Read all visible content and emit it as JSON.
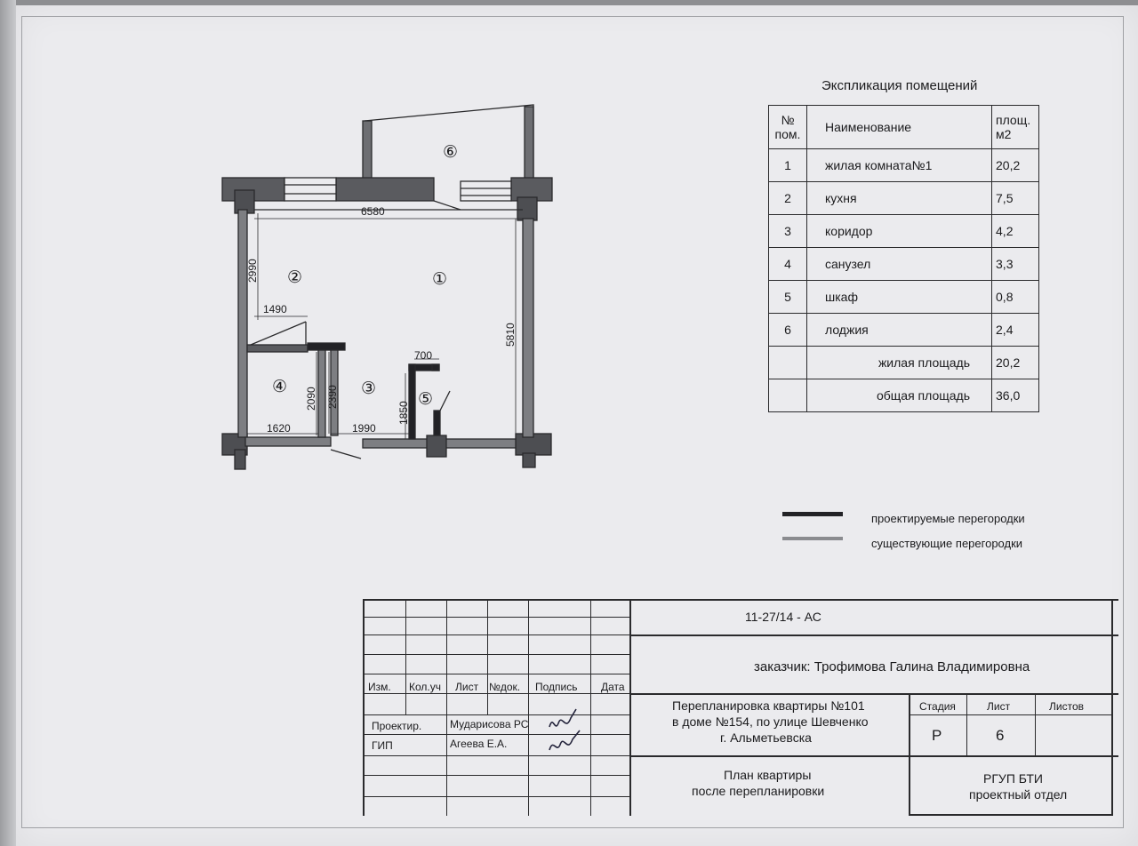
{
  "plan": {
    "dimensions": [
      "6580",
      "2990",
      "1490",
      "5810",
      "700",
      "2090",
      "2390",
      "1850",
      "1620",
      "1990"
    ],
    "room_numbers": [
      "①",
      "②",
      "③",
      "④",
      "⑤",
      "⑥"
    ]
  },
  "explication": {
    "title": "Экспликация помещений",
    "headers": {
      "num": "№ пом.",
      "name": "Наименование",
      "area": "площ. м2"
    },
    "rows": [
      {
        "num": "1",
        "name": "жилая комната№1",
        "area": "20,2"
      },
      {
        "num": "2",
        "name": "кухня",
        "area": "7,5"
      },
      {
        "num": "3",
        "name": "коридор",
        "area": "4,2"
      },
      {
        "num": "4",
        "name": "санузел",
        "area": "3,3"
      },
      {
        "num": "5",
        "name": "шкаф",
        "area": "0,8"
      },
      {
        "num": "6",
        "name": "лоджия",
        "area": "2,4"
      }
    ],
    "living_label": "жилая площадь",
    "living_value": "20,2",
    "total_label": "общая площадь",
    "total_value": "36,0"
  },
  "legend": {
    "new": "проектируемые перегородки",
    "existing": "существующие перегородки"
  },
  "stamp": {
    "code": "11-27/14 - АС",
    "customer": "заказчик: Трофимова Галина Владимировна",
    "cols": [
      "Изм.",
      "Кол.уч",
      "Лист",
      "№док.",
      "Подпись",
      "Дата"
    ],
    "role1": "Проектир.",
    "name1": "Мударисова РС",
    "role2": "ГИП",
    "name2": "Агеева Е.А.",
    "project_line1": "Перепланировка квартиры №101",
    "project_line2": "в доме №154,  по улице Шевченко",
    "project_line3": "г. Альметьевска",
    "stage_label": "Стадия",
    "sheet_label": "Лист",
    "sheets_label": "Листов",
    "stage": "Р",
    "sheet": "6",
    "doc_line1": "План квартиры",
    "doc_line2": "после перепланировки",
    "org_line1": "РГУП БТИ",
    "org_line2": "проектный отдел"
  }
}
